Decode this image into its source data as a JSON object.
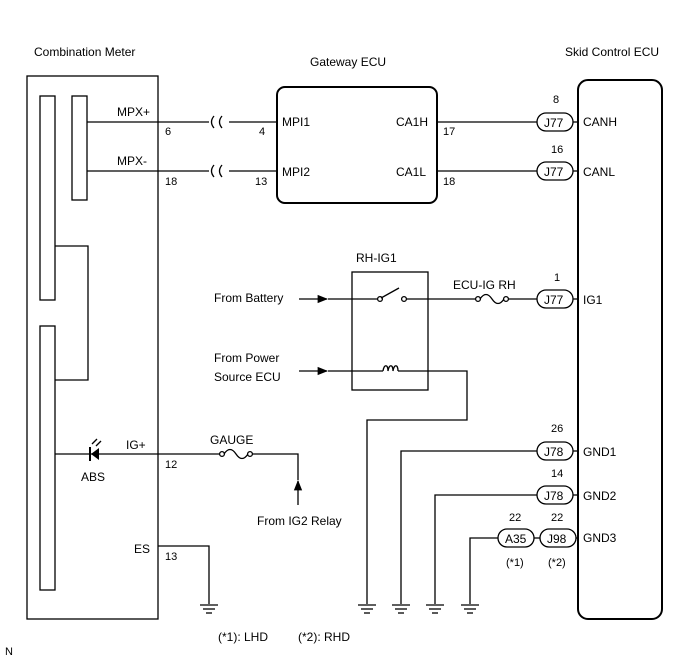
{
  "components": {
    "combination_meter": "Combination Meter",
    "gateway_ecu": "Gateway ECU",
    "skid_control_ecu": "Skid Control ECU",
    "rh_ig1": "RH-IG1"
  },
  "meter": {
    "mpx_plus": "MPX+",
    "mpx_minus": "MPX-",
    "ig_plus": "IG+",
    "es": "ES",
    "abs": "ABS",
    "pin_mpx_plus": "6",
    "pin_mpx_minus": "18",
    "pin_ig_plus": "12",
    "pin_es": "13"
  },
  "gateway": {
    "mpi1": "MPI1",
    "mpi2": "MPI2",
    "ca1h": "CA1H",
    "ca1l": "CA1L",
    "pin_mpi1": "4",
    "pin_mpi2": "13",
    "pin_ca1h": "17",
    "pin_ca1l": "18"
  },
  "skid": {
    "canh": "CANH",
    "canl": "CANL",
    "ig1": "IG1",
    "gnd1": "GND1",
    "gnd2": "GND2",
    "gnd3": "GND3"
  },
  "connectors": {
    "canh": {
      "id": "J77",
      "pin": "8"
    },
    "canl": {
      "id": "J77",
      "pin": "16"
    },
    "ig1": {
      "id": "J77",
      "pin": "1"
    },
    "gnd1": {
      "id": "J78",
      "pin": "26"
    },
    "gnd2": {
      "id": "J78",
      "pin": "14"
    },
    "gnd3_lhd": {
      "id": "A35",
      "pin": "22",
      "note": "(*1)"
    },
    "gnd3_rhd": {
      "id": "J98",
      "pin": "22",
      "note": "(*2)"
    }
  },
  "fuses": {
    "ecu_ig_rh": "ECU-IG RH",
    "gauge": "GAUGE"
  },
  "sources": {
    "from_battery": "From Battery",
    "from_power_line1": "From Power",
    "from_power_line2": "Source ECU",
    "from_ig2_relay": "From IG2 Relay"
  },
  "notes": {
    "lhd": "(*1): LHD",
    "rhd": "(*2): RHD"
  },
  "corner_mark": "N"
}
